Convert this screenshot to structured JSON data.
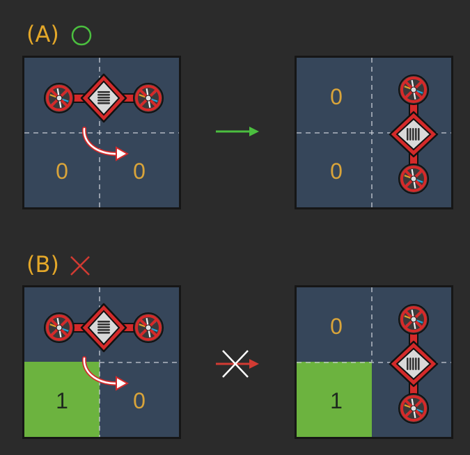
{
  "figure": {
    "rows": [
      {
        "label": "(A)",
        "status_icon": "circle-icon",
        "status_color": "#4bbf3f",
        "before": {
          "left_top": "",
          "right_top": "",
          "left_bottom": "0",
          "right_bottom": "0",
          "green_cell": false
        },
        "transition_icon": "green-arrow-icon",
        "transition_color": "#4bbf3f",
        "after": {
          "left_top": "0",
          "left_bottom": "0",
          "green_cell": false
        }
      },
      {
        "label": "(B)",
        "status_icon": "cross-icon",
        "status_color": "#d23b33",
        "before": {
          "left_top": "",
          "right_top": "",
          "left_bottom": "1",
          "right_bottom": "0",
          "green_cell": true
        },
        "transition_icon": "crossed-arrow-icon",
        "transition_color": "#d23b33",
        "after": {
          "left_top": "0",
          "left_bottom": "1",
          "green_cell": true
        }
      }
    ],
    "colors": {
      "background": "#2b2b2b",
      "panel": "#36465a",
      "label": "#e3a729",
      "number": "#d9a43a",
      "green_cell": "#6cb33f",
      "drone_body": "#d42a2a"
    }
  }
}
